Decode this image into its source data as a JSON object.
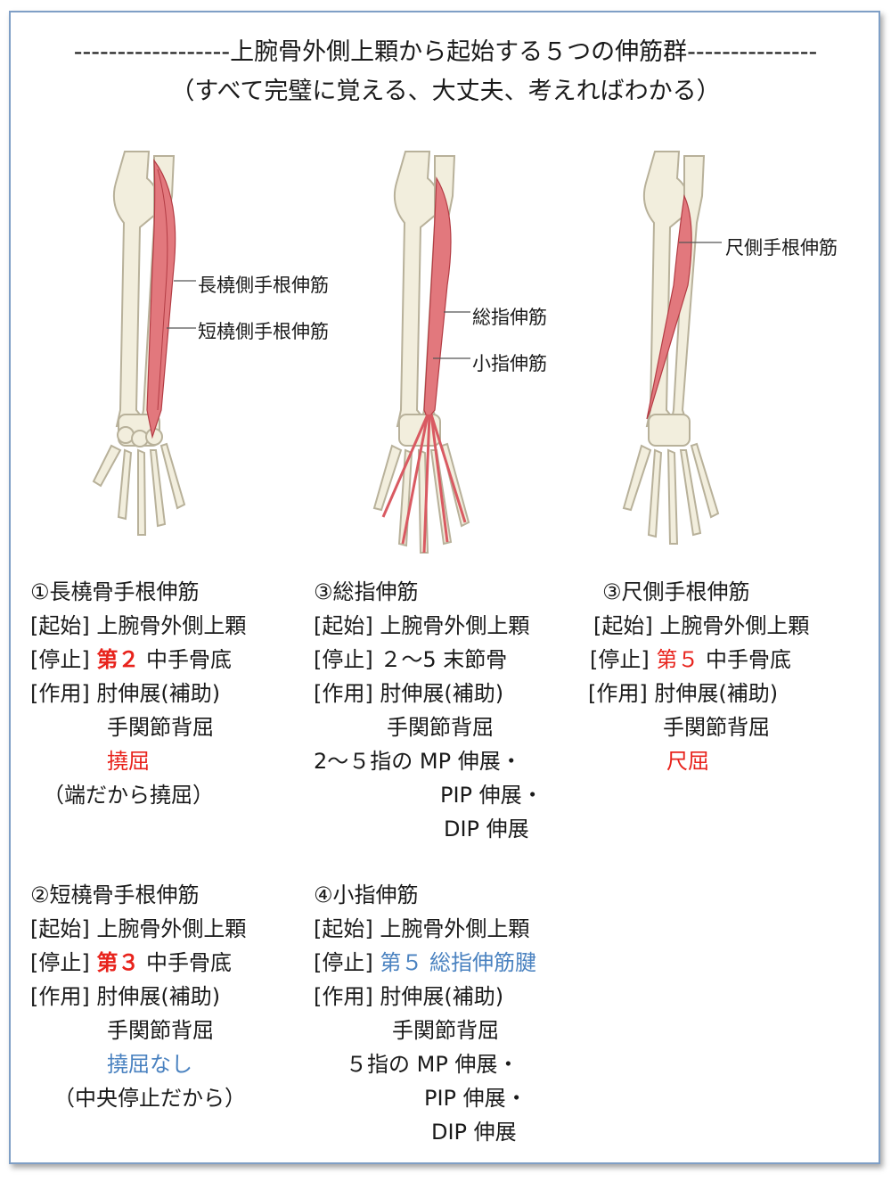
{
  "header": {
    "line1": "------------------上腕骨外側上顆から起始する５つの伸筋群---------------",
    "line2": "（すべて完璧に覚える、大丈夫、考えればわかる）"
  },
  "figures": {
    "fig1": {
      "label_a": "長橈側手根伸筋",
      "label_b": "短橈側手根伸筋"
    },
    "fig2": {
      "label_a": "総指伸筋",
      "label_b": "小指伸筋"
    },
    "fig3": {
      "label_a": "尺側手根伸筋"
    }
  },
  "muscles": {
    "m1": {
      "name": "①長橈骨手根伸筋",
      "origin_tag": "[起始]",
      "origin": "上腕骨外側上顆",
      "insertion_tag": "[停止]",
      "insertion_em": "第２",
      "insertion_rest": "中手骨底",
      "action_tag": "[作用]",
      "action1": "肘伸展(補助)",
      "action2": "手関節背屈",
      "action3": "撓屈",
      "note": "（端だから撓屈）"
    },
    "m2": {
      "name": "②短橈骨手根伸筋",
      "origin_tag": "[起始]",
      "origin": "上腕骨外側上顆",
      "insertion_tag": "[停止]",
      "insertion_em": "第３",
      "insertion_rest": "中手骨底",
      "action_tag": "[作用]",
      "action1": "肘伸展(補助)",
      "action2": "手関節背屈",
      "action3": "撓屈なし",
      "note": "（中央停止だから）"
    },
    "m3": {
      "name": "③総指伸筋",
      "origin_tag": "[起始]",
      "origin": "上腕骨外側上顆",
      "insertion_tag": "[停止]",
      "insertion": "２〜5 末節骨",
      "action_tag": "[作用]",
      "action1": "肘伸展(補助)",
      "action2": "手関節背屈",
      "action3": "2〜５指の MP 伸展・",
      "action4": "PIP 伸展・",
      "action5": "DIP 伸展"
    },
    "m4": {
      "name": "④小指伸筋",
      "origin_tag": "[起始]",
      "origin": "上腕骨外側上顆",
      "insertion_tag": "[停止]",
      "insertion": "第５ 総指伸筋腱",
      "action_tag": "[作用]",
      "action1": "肘伸展(補助)",
      "action2": "手関節背屈",
      "action3": "５指の MP 伸展・",
      "action4": "PIP 伸展・",
      "action5": "DIP 伸展"
    },
    "m5": {
      "name": "③尺側手根伸筋",
      "origin_tag": "[起始]",
      "origin": "上腕骨外側上顆",
      "insertion_tag": "[停止]",
      "insertion_em": "第５",
      "insertion_rest": "中手骨底",
      "action_tag": "[作用]",
      "action1": "肘伸展(補助)",
      "action2": "手関節背屈",
      "action3": "尺屈"
    }
  }
}
